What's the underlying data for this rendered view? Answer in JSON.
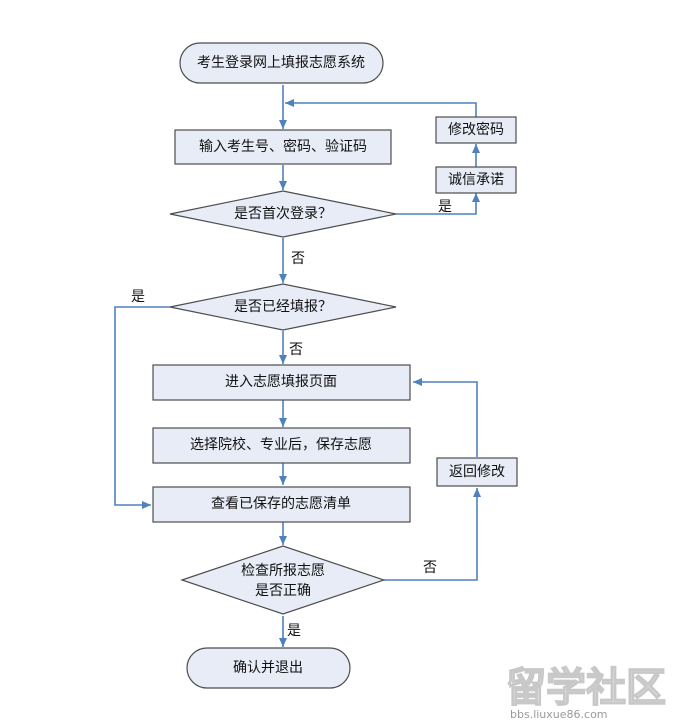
{
  "nodes": {
    "start": "考生登录网上填报志愿系统",
    "input": "输入考生号、密码、验证码",
    "first_login": "是否首次登录？",
    "integrity": "诚信承诺",
    "change_pwd": "修改密码",
    "already_filled": "是否已经填报？",
    "enter_page": "进入志愿填报页面",
    "select": "选择院校、专业后，保存志愿",
    "review": "查看已保存的志愿清单",
    "check_line1": "检查所报志愿",
    "check_line2": "是否正确",
    "back_edit": "返回修改",
    "end": "确认并退出"
  },
  "edge_labels": {
    "first_yes": "是",
    "first_no": "否",
    "filled_yes": "是",
    "filled_no": "否",
    "check_no": "否",
    "check_yes": "是"
  },
  "watermark": {
    "brand": "留学社区",
    "url": "bbs.liuxue86.com"
  },
  "colors": {
    "box_fill": "#e7ecf7",
    "box_stroke": "#4d4d4d",
    "arrow": "#4f81bd"
  }
}
